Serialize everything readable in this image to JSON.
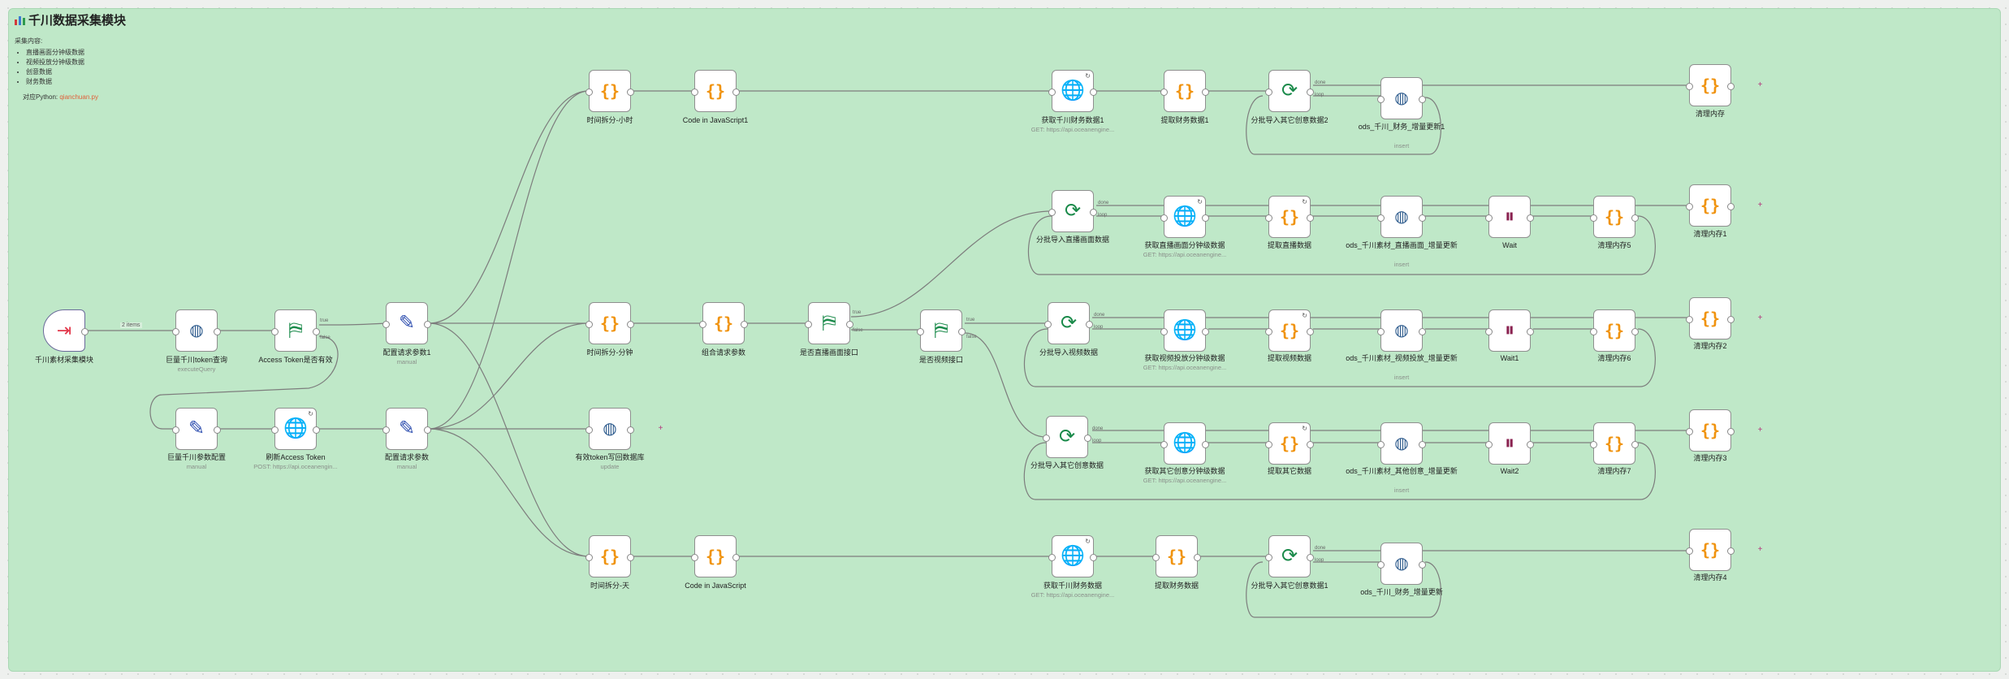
{
  "sticky": {
    "title": "千川数据采集模块",
    "intro": "采集内容:",
    "items": [
      "直播画面分钟级数据",
      "视频投放分钟级数据",
      "创意数据",
      "财务数据"
    ],
    "python_prefix": "对应Python: ",
    "python_file": "qianchuan.py"
  },
  "edge_labels": {
    "items": "2 items"
  },
  "nodes": {
    "trigger": {
      "label": "千川素材采集模块"
    },
    "token_query": {
      "label": "巨量千川token查询",
      "sub": "executeQuery"
    },
    "token_valid": {
      "label": "Access Token是否有效",
      "true": "true",
      "false": "false"
    },
    "oauth_config": {
      "label": "巨量千川参数配置",
      "sub": "manual"
    },
    "refresh_token": {
      "label": "刷新Access Token",
      "sub": "POST: https://api.oceanengin..."
    },
    "config_params1": {
      "label": "配置请求参数1",
      "sub": "manual"
    },
    "config_params": {
      "label": "配置请求参数",
      "sub": "manual"
    },
    "split_hour": {
      "label": "时间拆分-小时"
    },
    "split_minute": {
      "label": "时间拆分-分钟"
    },
    "token_writeback": {
      "label": "有效token写回数据库",
      "sub": "update"
    },
    "split_day": {
      "label": "时间拆分-天"
    },
    "js1": {
      "label": "Code in JavaScript1"
    },
    "combine_params": {
      "label": "组合请求参数"
    },
    "js": {
      "label": "Code in JavaScript"
    },
    "is_live": {
      "label": "是否直播画面接口",
      "true": "true",
      "false": "false"
    },
    "is_video": {
      "label": "是否视频接口",
      "true": "true",
      "false": "false"
    },
    "finance_fetch1": {
      "label": "获取千川财务数据1",
      "sub": "GET: https://api.oceanengine..."
    },
    "finance_extract1": {
      "label": "提取财务数据1"
    },
    "batch_creative2": {
      "label": "分批导入其它创意数据2",
      "done": "done",
      "loop": "loop"
    },
    "ods_finance1": {
      "label": "ods_千川_财务_增量更新1",
      "sub": "insert"
    },
    "mem_clear": {
      "label": "清理内存"
    },
    "batch_live": {
      "label": "分批导入直播画面数据",
      "done": "done",
      "loop": "loop"
    },
    "live_fetch": {
      "label": "获取直播画面分钟级数据",
      "sub": "GET: https://api.oceanengine..."
    },
    "live_extract": {
      "label": "提取直播数据"
    },
    "ods_live": {
      "label": "ods_千川素材_直播画面_增量更新",
      "sub": "insert"
    },
    "wait": {
      "label": "Wait"
    },
    "mem5": {
      "label": "清理内存5"
    },
    "mem1": {
      "label": "清理内存1"
    },
    "batch_video": {
      "label": "分批导入视频数据",
      "done": "done",
      "loop": "loop"
    },
    "video_fetch": {
      "label": "获取视频投放分钟级数据",
      "sub": "GET: https://api.oceanengine..."
    },
    "video_extract": {
      "label": "提取视频数据"
    },
    "ods_video": {
      "label": "ods_千川素材_视频投放_增量更新",
      "sub": "insert"
    },
    "wait1": {
      "label": "Wait1"
    },
    "mem6": {
      "label": "清理内存6"
    },
    "mem2": {
      "label": "清理内存2"
    },
    "batch_other": {
      "label": "分批导入其它创意数据",
      "done": "done",
      "loop": "loop"
    },
    "other_fetch": {
      "label": "获取其它创意分钟级数据",
      "sub": "GET: https://api.oceanengine..."
    },
    "other_extract": {
      "label": "提取其它数据"
    },
    "ods_other": {
      "label": "ods_千川素材_其他创意_增量更新",
      "sub": "insert"
    },
    "wait2": {
      "label": "Wait2"
    },
    "mem7": {
      "label": "清理内存7"
    },
    "mem3": {
      "label": "清理内存3"
    },
    "finance_fetch": {
      "label": "获取千川财务数据",
      "sub": "GET: https://api.oceanengine..."
    },
    "finance_extract": {
      "label": "提取财务数据"
    },
    "batch_creative1": {
      "label": "分批导入其它创意数据1",
      "done": "done",
      "loop": "loop"
    },
    "ods_finance": {
      "label": "ods_千川_财务_增量更新"
    },
    "mem4": {
      "label": "清理内存4"
    }
  },
  "colors": {
    "frame": "#bfe8c8",
    "code": "#f0930e",
    "http": "#4460c8",
    "switch": "#1a8a4a",
    "wait": "#8a2250",
    "plus": "#b3367d"
  }
}
